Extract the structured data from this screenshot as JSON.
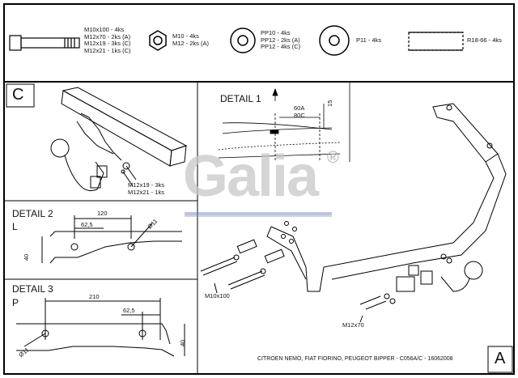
{
  "parts": {
    "bolt_labels": [
      "M10x100 - 4ks",
      "M12x70 - 2ks (A)",
      "M12x19 - 3ks (C)",
      "M12x21 - 1ks (C)"
    ],
    "nut_labels": [
      "M10 - 4ks",
      "M12 - 2ks (A)"
    ],
    "washer_pp_labels": [
      "PP10 - 4ks",
      "PP12 - 2ks (A)",
      "PP12 - 4ks (C)"
    ],
    "washer_p_label": "P11 - 4ks",
    "spacer_label": "R18-66 - 4ks"
  },
  "panel_c": {
    "letter": "C",
    "labels": [
      "M12x19 - 3ks",
      "M12x21 - 1ks"
    ]
  },
  "detail1": {
    "title": "DETAIL 1",
    "dim_60a": "60A",
    "dim_80c": "80C",
    "dim_15": "15"
  },
  "detail2": {
    "title": "DETAIL 2",
    "variant": "L",
    "dim_120": "120",
    "dim_62_5": "62,5",
    "dim_11": "Ø11",
    "dim_40": "40"
  },
  "detail3": {
    "title": "DETAIL 3",
    "variant": "P",
    "dim_210": "210",
    "dim_62_5": "62,5",
    "dim_11": "Ø11",
    "dim_40": "40"
  },
  "main": {
    "bolt_label_m10": "M10x100",
    "bolt_label_m12": "M12x70",
    "caption": "CITROEN NEMO, FIAT FIORINO, PEUGEOT BIPPER - C056A/C - 16062008",
    "panel_letter": "A"
  },
  "watermark": {
    "brand": "Galia",
    "mark": "®"
  }
}
